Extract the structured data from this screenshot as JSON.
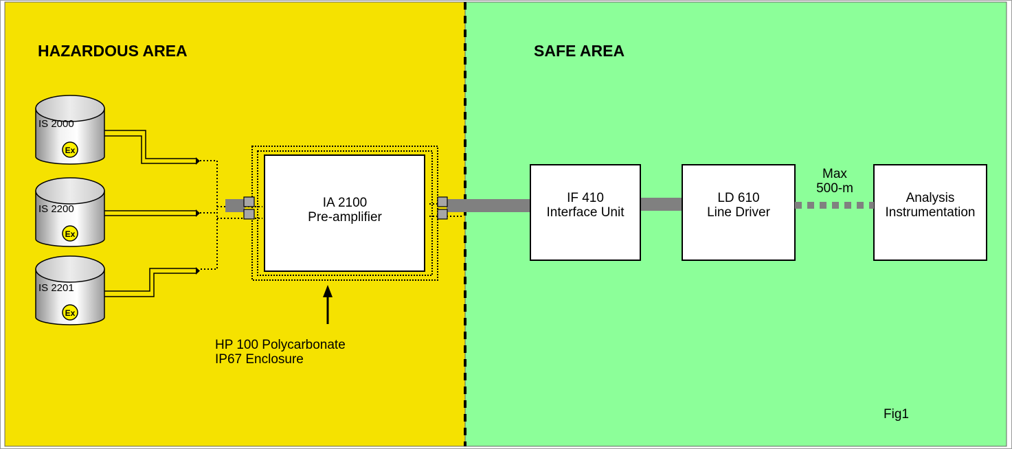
{
  "areas": {
    "hazardous": {
      "title": "HAZARDOUS AREA",
      "color": "#f5e200"
    },
    "safe": {
      "title": "SAFE AREA",
      "color": "#8cff99"
    }
  },
  "sensors": [
    {
      "label": "IS 2000",
      "symbol": "Ex"
    },
    {
      "label": "IS 2200",
      "symbol": "Ex"
    },
    {
      "label": "IS 2201",
      "symbol": "Ex"
    }
  ],
  "preamp": {
    "line1": "IA 2100",
    "line2": "Pre-amplifier"
  },
  "enclosure": {
    "line1": "HP 100 Polycarbonate",
    "line2": "IP67 Enclosure"
  },
  "interface_unit": {
    "line1": "IF 410",
    "line2": "Interface Unit"
  },
  "line_driver": {
    "line1": "LD 610",
    "line2": "Line Driver"
  },
  "link_note": {
    "line1": "Max",
    "line2": "500-m"
  },
  "analysis": {
    "line1": "Analysis",
    "line2": "Instrumentation"
  },
  "figure_label": "Fig1",
  "colors": {
    "cable": "#808080",
    "connector": "#a6a6a6",
    "tank_fill": "#d9d9d9"
  }
}
